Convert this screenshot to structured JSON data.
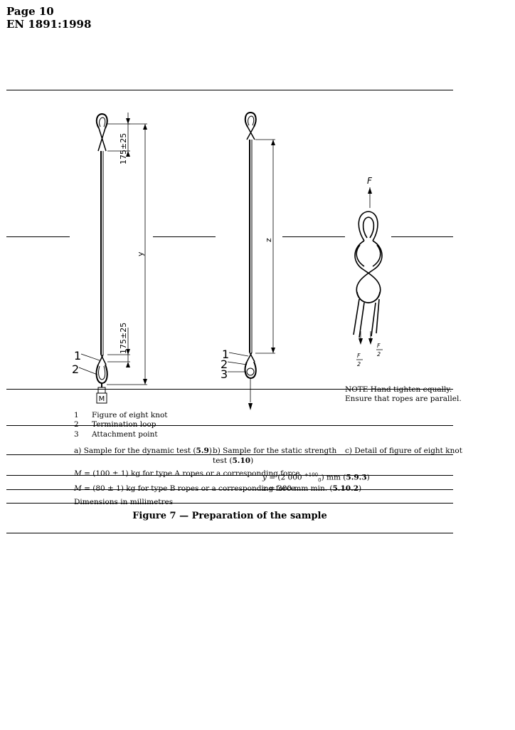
{
  "header": {
    "page": "Page 10",
    "standard": "EN 1891:1998"
  },
  "figure": {
    "dim_175_top": "175±25",
    "dim_175_bottom": "175±25",
    "label_y": "y",
    "label_z": "z",
    "label_F": "F",
    "label_F_half_num": "F",
    "label_F_half_den": "2",
    "mass_label": "M",
    "callouts_a": [
      "1",
      "2"
    ],
    "callouts_b": [
      "1",
      "2",
      "3"
    ],
    "note": [
      "NOTE   Hand tighten equally.",
      "Ensure that ropes are parallel."
    ],
    "legend": [
      {
        "num": "1",
        "text": "Figure of eight knot"
      },
      {
        "num": "2",
        "text": "Termination loop"
      },
      {
        "num": "3",
        "text": "Attachment point"
      }
    ],
    "captions": {
      "a_prefix": "a) Sample for the dynamic test (",
      "a_ref": "5.9",
      "a_suffix": ")",
      "b_line1": "b) Sample for the static strength",
      "b_line2_prefix": "test (",
      "b_ref": "5.10",
      "b_line2_suffix": ")",
      "c": "c) Detail of figure of eight knot"
    },
    "formulas": {
      "m1_lhs": "M",
      "m1_eq": " = (100 ",
      "m1_pm": "±",
      "m1_rest": " 1) kg for type A ropes or a corresponding force",
      "m2_lhs": "M",
      "m2_eq": " =   (80 ",
      "m2_pm": "±",
      "m2_rest": " 1) kg for type B ropes or a corresponding force",
      "y_lhs": "y",
      "y_eq": " = (2 000 ",
      "y_sup": "+100",
      "y_sub": "0",
      "y_unit": ") mm (",
      "y_ref": "5.9.3",
      "y_close": ")",
      "z_lhs": "z",
      "z_eq": " = 300 mm min. (",
      "z_ref": "5.10.2",
      "z_close": ")"
    },
    "dimensions_note": "Dimensions in millimetres",
    "title": "Figure 7 — Preparation of the sample"
  }
}
